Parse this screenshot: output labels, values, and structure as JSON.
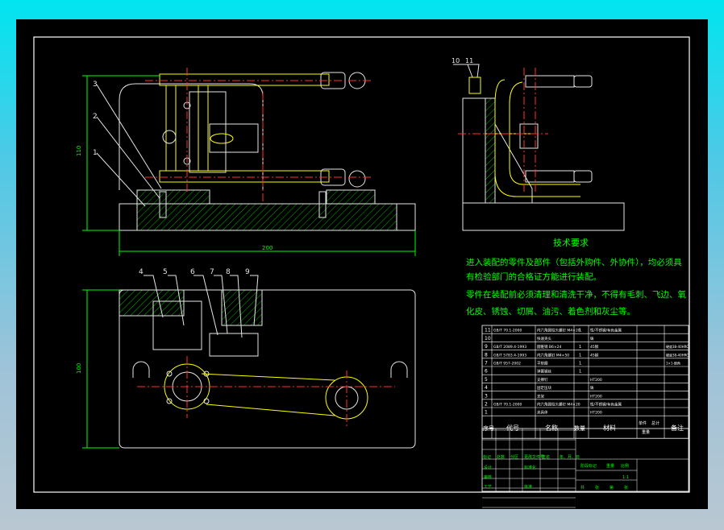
{
  "tech": {
    "title": "技术要求",
    "lines": [
      "进入装配的零件及部件（包括外购件、外协件），均必须具",
      "有检验部门的合格证方能进行装配。",
      "零件在装配前必须清理和清洗干净，不得有毛刺、飞边、氧",
      "化皮、锈蚀、切屑、油污、着色剂和灰尘等。"
    ]
  },
  "dims": {
    "top_width": "200",
    "top_height": "110",
    "plan_height": "100"
  },
  "balloons": {
    "front": [
      "3",
      "2",
      "1"
    ],
    "plan": [
      "4",
      "5",
      "6",
      "7",
      "8",
      "9"
    ],
    "side": [
      "10",
      "11"
    ]
  },
  "bom": {
    "rows": [
      {
        "no": "11",
        "code": "GB/T 70.1-2000",
        "name": "内六角圆柱头螺钉 M4×20",
        "qty": "1",
        "mat": "性/不锈钢/有色金属",
        "note": ""
      },
      {
        "no": "10",
        "code": "",
        "name": "快速夹头",
        "qty": "",
        "mat": "铸",
        "note": ""
      },
      {
        "no": "9",
        "code": "GB/T 2089.4-1993",
        "name": "圆锥销 B6×24",
        "qty": "1",
        "mat": "45钢",
        "note": "硬度38-40HRC"
      },
      {
        "no": "8",
        "code": "GB/T 5783.4-1993",
        "name": "内六角螺钉 M4×50",
        "qty": "1",
        "mat": "45钢",
        "note": "硬度38-40HRC"
      },
      {
        "no": "7",
        "code": "GB/T 957-2002",
        "name": "平垫圈",
        "qty": "1",
        "mat": "",
        "note": "1×1-倒角"
      },
      {
        "no": "6",
        "code": "",
        "name": "弹簧钢丝",
        "qty": "1",
        "mat": "",
        "note": ""
      },
      {
        "no": "5",
        "code": "",
        "name": "支撑钉",
        "qty": "",
        "mat": "HT200",
        "note": ""
      },
      {
        "no": "4",
        "code": "",
        "name": "固定压块",
        "qty": "",
        "mat": "铸",
        "note": ""
      },
      {
        "no": "3",
        "code": "",
        "name": "支架",
        "qty": "",
        "mat": "HT200",
        "note": ""
      },
      {
        "no": "2",
        "code": "GB/T 70.1-2000",
        "name": "内六角圆柱头螺钉 M4×20",
        "qty": "",
        "mat": "性/不锈钢/有色金属",
        "note": ""
      },
      {
        "no": "1",
        "code": "",
        "name": "夹具体",
        "qty": "",
        "mat": "HT200",
        "note": ""
      }
    ],
    "headers": {
      "no": "序号",
      "code": "代号",
      "name": "名称",
      "qty": "数量",
      "mat": "材料",
      "unit_w": "单件",
      "total_w": "总计",
      "weight": "重量",
      "note": "备注"
    }
  },
  "title_block": {
    "row1": [
      "标记",
      "处数",
      "分区",
      "更改文件号",
      "签名",
      "年、月、日"
    ],
    "stage": "阶段标记",
    "weight": "重量",
    "scale": "比例",
    "scale_value": "1:1",
    "sheets": [
      "共",
      "张",
      "第",
      "张"
    ],
    "labels_left": [
      "设计",
      "审核",
      "工艺"
    ],
    "labels_mid": [
      "标准化",
      "批准"
    ]
  },
  "colors": {
    "border": "#ffffff",
    "outline": "#e6e6e6",
    "hidden": "#ffff00",
    "center": "#ff3030",
    "dim": "#00ff00",
    "hatch": "#00ff00",
    "table": "#ffffff",
    "tech_text": "#00ff00"
  }
}
